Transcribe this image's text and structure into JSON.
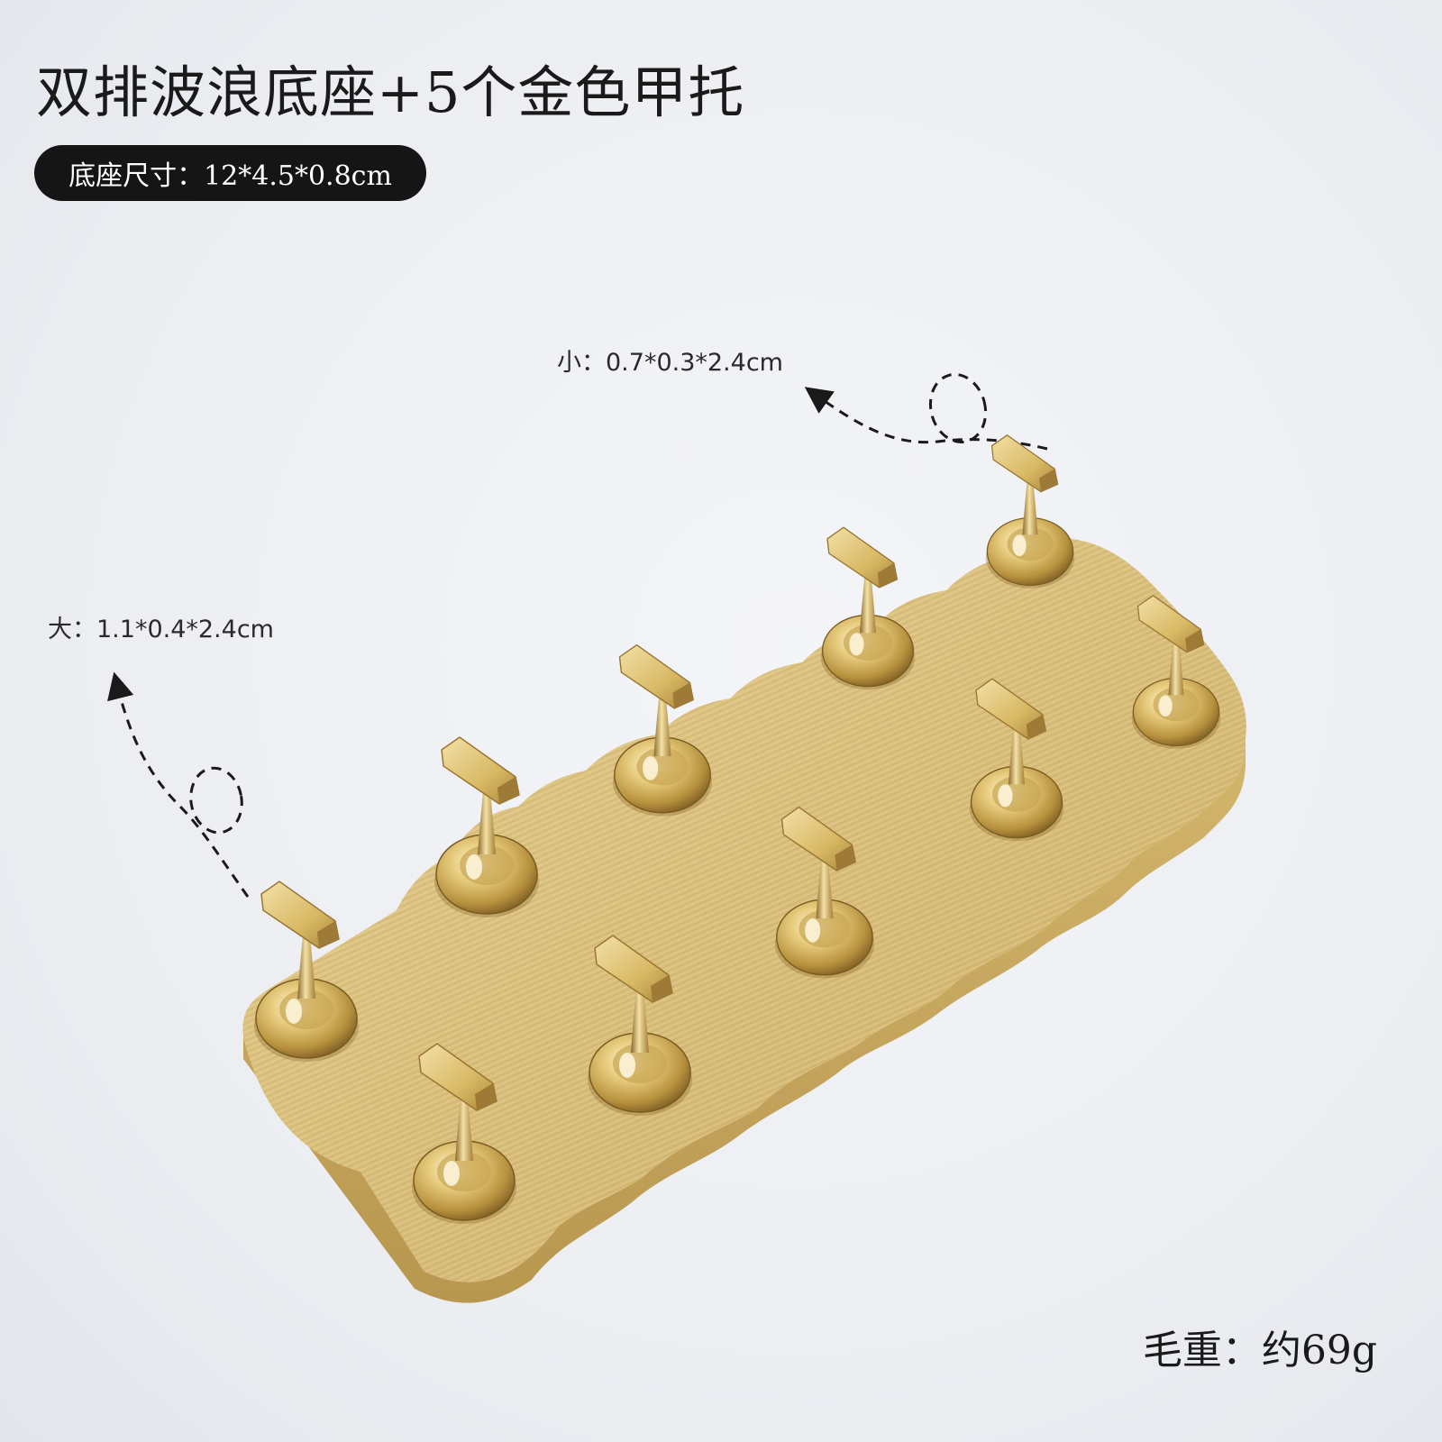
{
  "title": "双排波浪底座+5个金色甲托",
  "base_size_label": "底座尺寸：12*4.5*0.8cm",
  "small_holder_label": "小：0.7*0.3*2.4cm",
  "large_holder_label": "大：1.1*0.4*2.4cm",
  "gross_weight_label": "毛重：约69g",
  "colors": {
    "background": "#eceef2",
    "pill": "#151515",
    "bamboo": "#dcc283",
    "gold": "#d9bb6a",
    "dashes": "#1a1a1a"
  }
}
